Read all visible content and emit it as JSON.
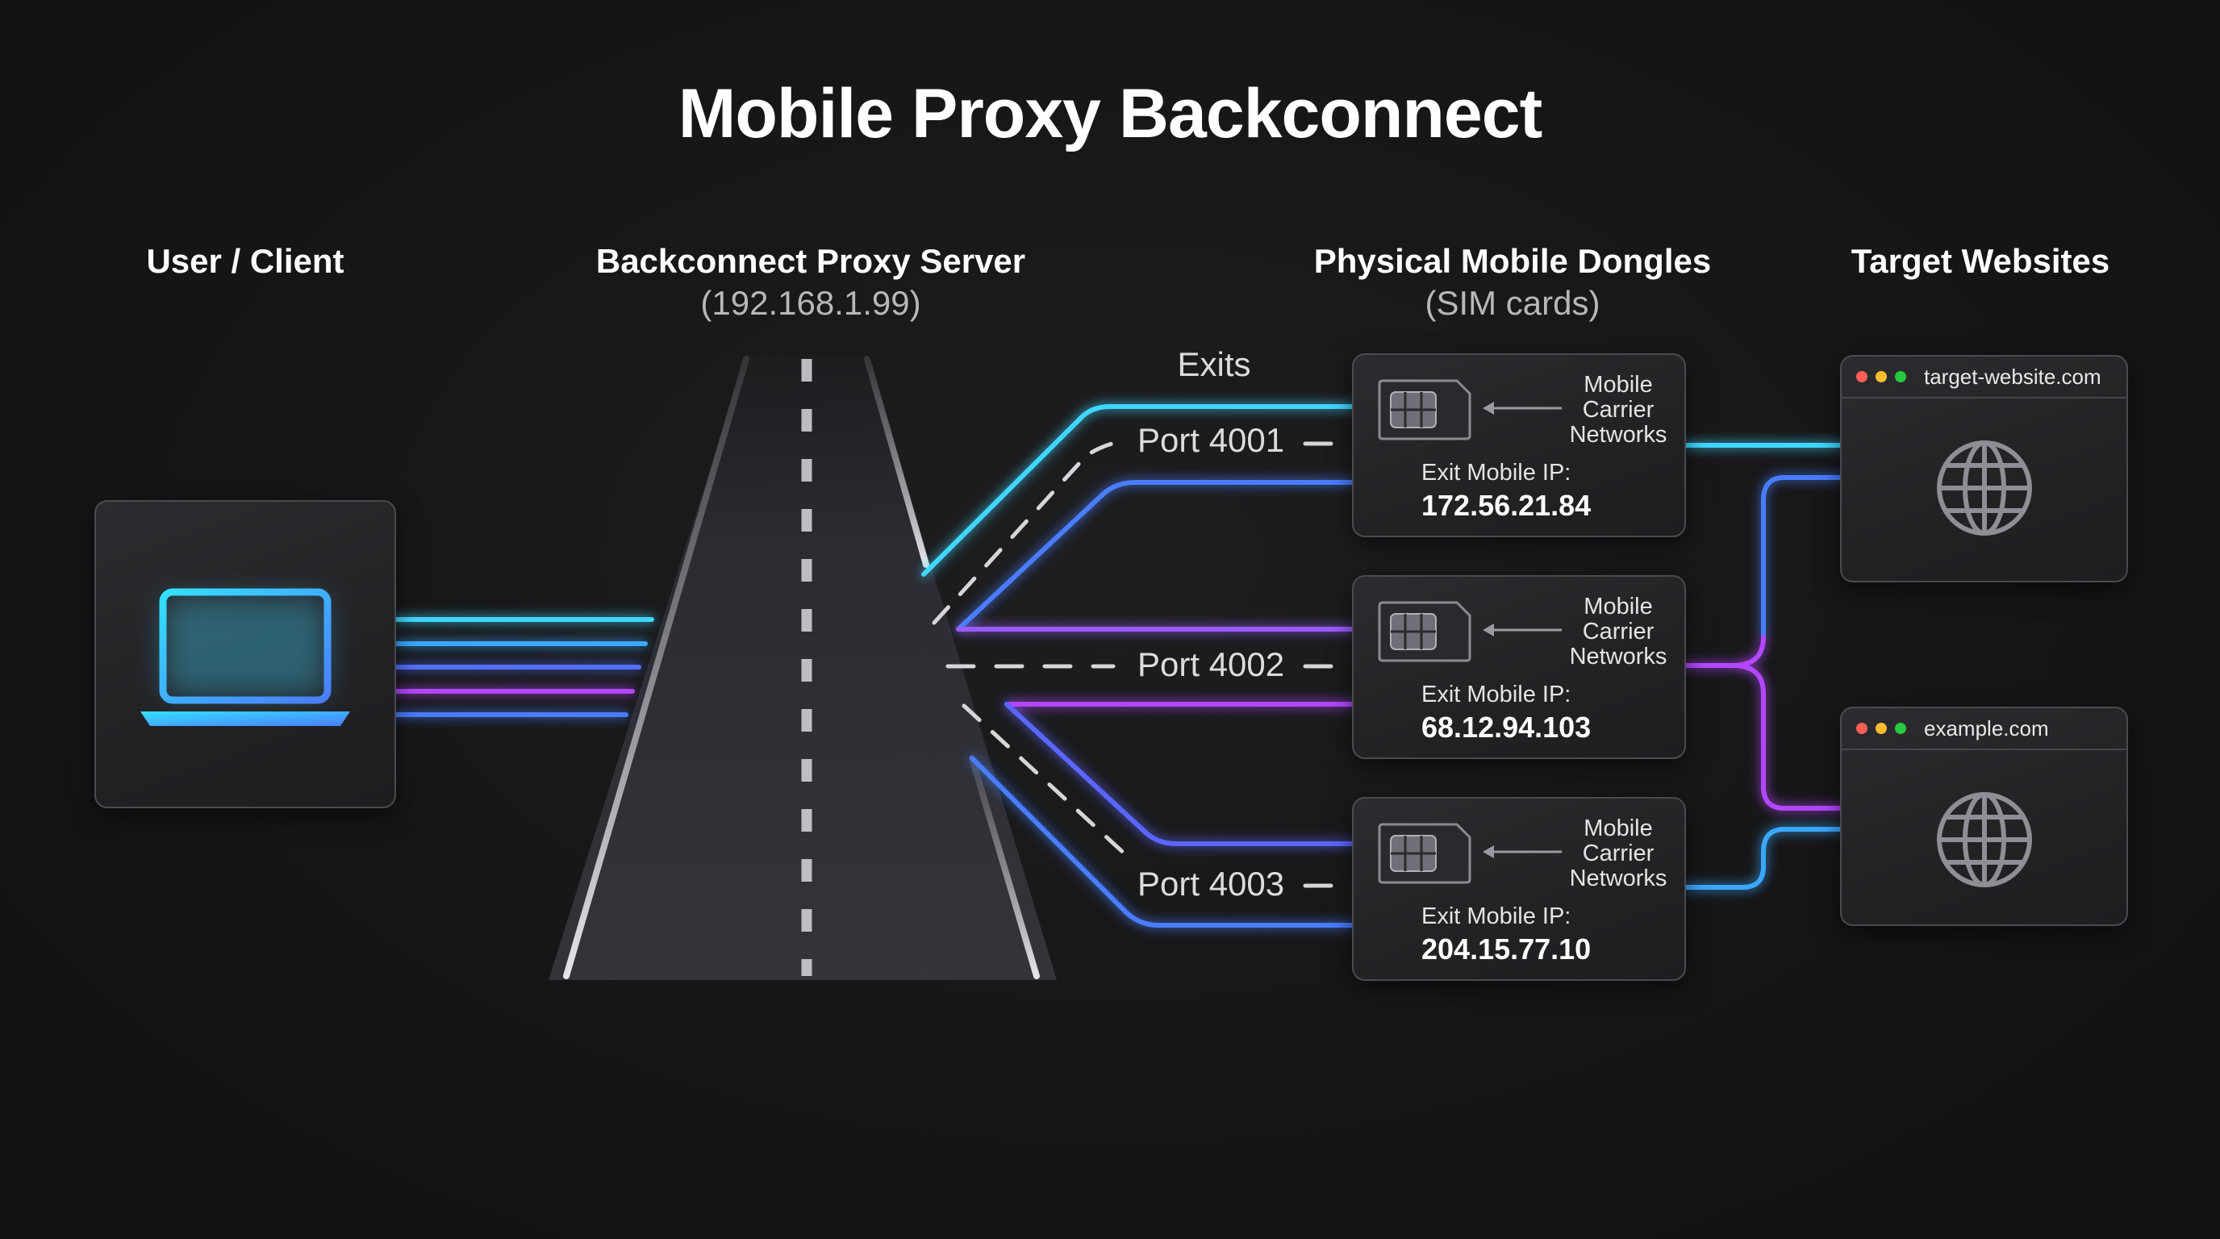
{
  "title": "Mobile Proxy Backconnect",
  "columns": {
    "client": {
      "heading": "User / Client"
    },
    "server": {
      "heading": "Backconnect Proxy Server",
      "subheading": "(192.168.1.99)"
    },
    "dongles": {
      "heading": "Physical Mobile Dongles",
      "subheading": "(SIM cards)"
    },
    "targets": {
      "heading": "Target Websites"
    }
  },
  "exits_label": "Exits",
  "ports": [
    {
      "label": "Port 4001"
    },
    {
      "label": "Port 4002"
    },
    {
      "label": "Port 4003"
    }
  ],
  "dongles": [
    {
      "carrier": [
        "Mobile",
        "Carrier",
        "Networks"
      ],
      "exit_label": "Exit Mobile IP:",
      "ip": "172.56.21.84"
    },
    {
      "carrier": [
        "Mobile",
        "Carrier",
        "Networks"
      ],
      "exit_label": "Exit Mobile IP:",
      "ip": "68.12.94.103"
    },
    {
      "carrier": [
        "Mobile",
        "Carrier",
        "Networks"
      ],
      "exit_label": "Exit Mobile IP:",
      "ip": "204.15.77.10"
    }
  ],
  "websites": [
    {
      "url": "target-website.com"
    },
    {
      "url": "example.com"
    }
  ],
  "icons": {
    "client": "laptop-icon",
    "dongle": "sim-chip-icon",
    "arrow": "arrow-left-icon",
    "website": "globe-icon"
  },
  "colors": {
    "cyan": "#3fd6ff",
    "blue": "#4a7dff",
    "violet": "#9a5cff",
    "purple": "#b347ff",
    "dot_red": "#ff5f57",
    "dot_yellow": "#febc2e",
    "dot_green": "#28c840"
  }
}
